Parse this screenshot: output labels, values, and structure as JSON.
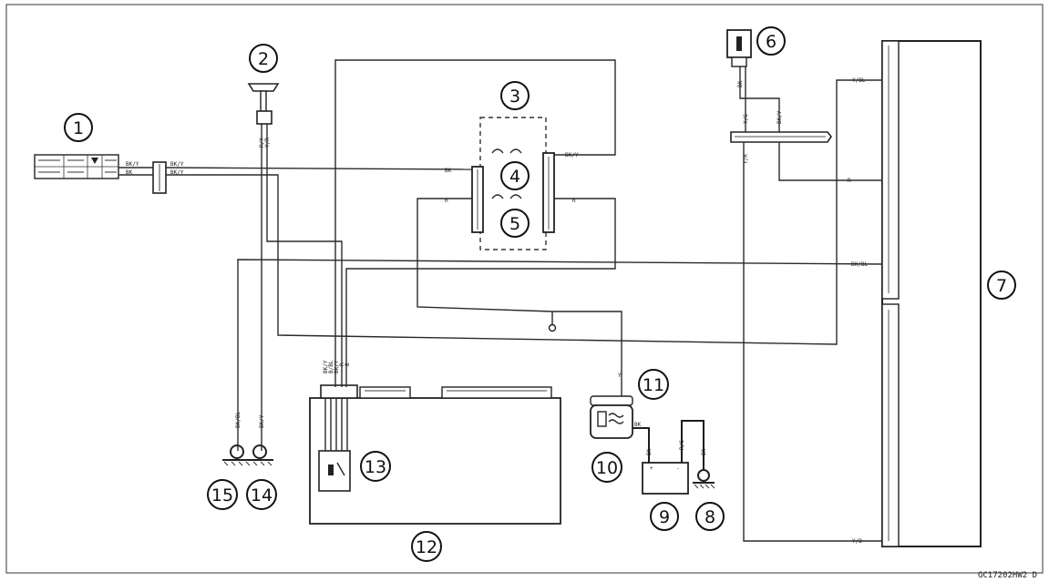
{
  "callouts": [
    "1",
    "2",
    "3",
    "4",
    "5",
    "6",
    "7",
    "8",
    "9",
    "10",
    "11",
    "12",
    "13",
    "14",
    "15"
  ],
  "wire_labels": {
    "w1": "BK",
    "w2": "BK/Y",
    "w3": "R",
    "w4": "R",
    "w5": "Y/BL",
    "w6": "R",
    "w7": "BK/BL",
    "w8": "BK/Y",
    "w9": "BK/Y",
    "w10": "BK/Y",
    "w11": "Y",
    "w12": "BK",
    "w13": "BK",
    "w14": "Y/B",
    "w15": "R/Y",
    "w16": "Y/R",
    "w17": "BK/BL",
    "w18": "BK/Y",
    "w19": "BK/Y",
    "w20": "B/BL",
    "w21": "BK/Y",
    "w22": "R",
    "w23": "B",
    "w24": "BK",
    "w25": "R/G",
    "w26": "BK",
    "w27": "BK",
    "w28": "Y/G",
    "w29": "BK/Y",
    "w30": "Y/R"
  },
  "figure_ref": "GC17202HW2 D"
}
